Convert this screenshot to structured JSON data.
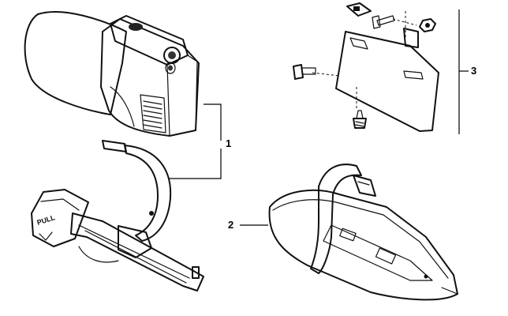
{
  "callouts": {
    "part1": "1",
    "part2": "2",
    "part3": "3"
  },
  "labels": {
    "pull": "PULL"
  },
  "colors": {
    "line": "#111111",
    "shade_light": "#f2f2f2",
    "shade_mid": "#d9d9d9",
    "shade_dark": "#b8b8b8"
  }
}
